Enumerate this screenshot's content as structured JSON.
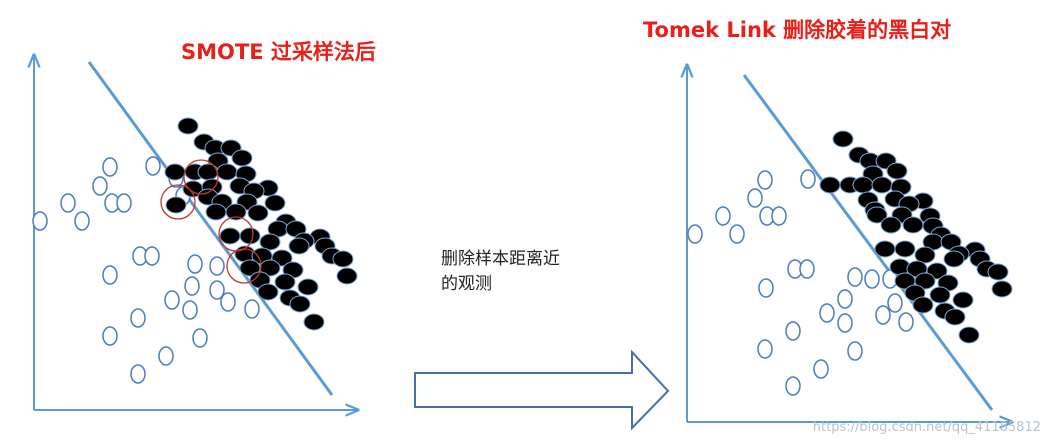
{
  "panels": {
    "left": {
      "title": "SMOTE 过采样法后",
      "white_points": [
        [
          40,
          221
        ],
        [
          68,
          203
        ],
        [
          82,
          221
        ],
        [
          100,
          186
        ],
        [
          110,
          167
        ],
        [
          112,
          203
        ],
        [
          124,
          203
        ],
        [
          153,
          166
        ],
        [
          176,
          178
        ],
        [
          183,
          196
        ],
        [
          110,
          275
        ],
        [
          140,
          256
        ],
        [
          152,
          256
        ],
        [
          195,
          264
        ],
        [
          217,
          266
        ],
        [
          217,
          290
        ],
        [
          192,
          286
        ],
        [
          172,
          300
        ],
        [
          190,
          310
        ],
        [
          228,
          302
        ],
        [
          252,
          309
        ],
        [
          110,
          336
        ],
        [
          138,
          318
        ],
        [
          200,
          338
        ],
        [
          166,
          356
        ],
        [
          138,
          374
        ]
      ],
      "black_points": [
        [
          188,
          126
        ],
        [
          204,
          142
        ],
        [
          215,
          148
        ],
        [
          231,
          148
        ],
        [
          218,
          161
        ],
        [
          242,
          158
        ],
        [
          175,
          172
        ],
        [
          195,
          172
        ],
        [
          208,
          172
        ],
        [
          227,
          172
        ],
        [
          246,
          174
        ],
        [
          268,
          188
        ],
        [
          193,
          189
        ],
        [
          212,
          187
        ],
        [
          240,
          186
        ],
        [
          254,
          191
        ],
        [
          176,
          205
        ],
        [
          208,
          197
        ],
        [
          222,
          202
        ],
        [
          247,
          202
        ],
        [
          275,
          203
        ],
        [
          216,
          212
        ],
        [
          236,
          212
        ],
        [
          258,
          213
        ],
        [
          286,
          222
        ],
        [
          278,
          229
        ],
        [
          296,
          229
        ],
        [
          320,
          237
        ],
        [
          304,
          241
        ],
        [
          230,
          236
        ],
        [
          250,
          236
        ],
        [
          270,
          242
        ],
        [
          299,
          246
        ],
        [
          245,
          254
        ],
        [
          262,
          256
        ],
        [
          282,
          258
        ],
        [
          325,
          246
        ],
        [
          332,
          256
        ],
        [
          343,
          259
        ],
        [
          250,
          268
        ],
        [
          270,
          268
        ],
        [
          293,
          270
        ],
        [
          347,
          276
        ],
        [
          260,
          280
        ],
        [
          285,
          282
        ],
        [
          308,
          287
        ],
        [
          268,
          292
        ],
        [
          290,
          298
        ],
        [
          300,
          304
        ],
        [
          314,
          322
        ]
      ],
      "red_rings": [
        [
          178,
          202
        ],
        [
          201,
          177
        ],
        [
          236,
          234
        ],
        [
          244,
          266
        ]
      ],
      "line": [
        [
          89,
          62
        ],
        [
          332,
          395
        ]
      ]
    },
    "right": {
      "title": "Tomek Link 删除胶着的黑白对",
      "white_points": [
        [
          695,
          234
        ],
        [
          723,
          216
        ],
        [
          737,
          234
        ],
        [
          755,
          198
        ],
        [
          765,
          180
        ],
        [
          767,
          216
        ],
        [
          779,
          216
        ],
        [
          808,
          179
        ],
        [
          766,
          288
        ],
        [
          795,
          269
        ],
        [
          807,
          269
        ],
        [
          855,
          277
        ],
        [
          872,
          279
        ],
        [
          890,
          279
        ],
        [
          895,
          303
        ],
        [
          845,
          299
        ],
        [
          827,
          313
        ],
        [
          845,
          323
        ],
        [
          883,
          315
        ],
        [
          906,
          322
        ],
        [
          765,
          349
        ],
        [
          793,
          331
        ],
        [
          855,
          351
        ],
        [
          821,
          369
        ],
        [
          793,
          386
        ]
      ],
      "black_points": [
        [
          843,
          139
        ],
        [
          859,
          155
        ],
        [
          870,
          161
        ],
        [
          886,
          161
        ],
        [
          873,
          174
        ],
        [
          897,
          171
        ],
        [
          830,
          185
        ],
        [
          850,
          185
        ],
        [
          863,
          185
        ],
        [
          882,
          185
        ],
        [
          901,
          187
        ],
        [
          923,
          201
        ],
        [
          868,
          200
        ],
        [
          895,
          199
        ],
        [
          909,
          204
        ],
        [
          875,
          210
        ],
        [
          877,
          215
        ],
        [
          902,
          215
        ],
        [
          930,
          216
        ],
        [
          891,
          225
        ],
        [
          913,
          225
        ],
        [
          933,
          226
        ],
        [
          941,
          235
        ],
        [
          933,
          242
        ],
        [
          951,
          242
        ],
        [
          975,
          250
        ],
        [
          959,
          254
        ],
        [
          885,
          249
        ],
        [
          905,
          249
        ],
        [
          925,
          255
        ],
        [
          954,
          259
        ],
        [
          900,
          267
        ],
        [
          917,
          269
        ],
        [
          937,
          271
        ],
        [
          980,
          259
        ],
        [
          987,
          269
        ],
        [
          998,
          272
        ],
        [
          905,
          281
        ],
        [
          925,
          281
        ],
        [
          948,
          283
        ],
        [
          1002,
          289
        ],
        [
          915,
          293
        ],
        [
          940,
          295
        ],
        [
          963,
          300
        ],
        [
          923,
          305
        ],
        [
          945,
          311
        ],
        [
          955,
          317
        ],
        [
          969,
          335
        ]
      ],
      "line": [
        [
          744,
          75
        ],
        [
          992,
          410
        ]
      ]
    }
  },
  "middle": {
    "note_line1": "删除样本距离近",
    "note_line2": "的观测"
  },
  "watermark": "https://blog.csdn.net/qq_41185812",
  "colors": {
    "axis": "#5b9bd5",
    "divider": "#5b9bd5",
    "title": "#e8201a",
    "white_point_stroke": "#4a7dbf",
    "black_point_fill": "#000000",
    "ring": "#c0392b",
    "arrow_stroke": "#4a6fa5"
  }
}
